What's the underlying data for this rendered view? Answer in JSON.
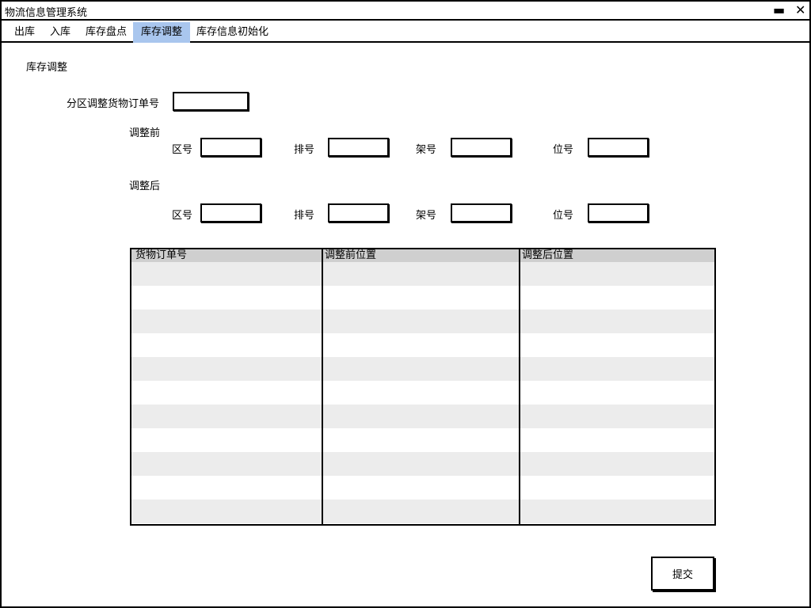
{
  "window": {
    "title": "物流信息管理系统",
    "minimize_glyph": "▬",
    "close_glyph": "✕"
  },
  "menu": {
    "items": [
      {
        "label": "出库"
      },
      {
        "label": "入库"
      },
      {
        "label": "库存盘点"
      },
      {
        "label": "库存调整"
      },
      {
        "label": "库存信息初始化"
      }
    ],
    "active": "库存调整"
  },
  "page": {
    "title": "库存调整",
    "order_label": "分区调整货物订单号",
    "order_value": "",
    "before_label": "调整前",
    "after_label": "调整后",
    "fields": {
      "zone": "区号",
      "row": "排号",
      "shelf": "架号",
      "position": "位号"
    },
    "before": {
      "zone": "",
      "row": "",
      "shelf": "",
      "position": ""
    },
    "after": {
      "zone": "",
      "row": "",
      "shelf": "",
      "position": ""
    }
  },
  "table": {
    "columns": [
      "货物订单号",
      "调整前位置",
      "调整后位置"
    ],
    "rows": []
  },
  "submit": {
    "label": "提交"
  }
}
